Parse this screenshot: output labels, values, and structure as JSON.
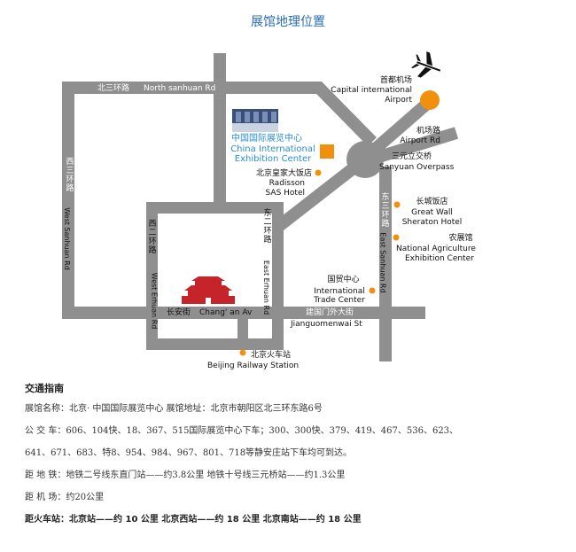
{
  "title": "展馆地理位置",
  "roads": {
    "north_sanhuan_cn": "北三环路",
    "north_sanhuan_en": "North sanhuan Rd",
    "west_sanhuan_cn": "西三环路",
    "west_sanhuan_en": "West Sanhuan Rd",
    "west_erhuan_cn": "西二环路",
    "west_erhuan_en": "West Erhuan Rd",
    "east_erhuan_cn": "东二环路",
    "east_erhuan_en": "East Erhuan Rd",
    "east_sanhuan_cn": "东三环路",
    "east_sanhuan_en": "East Sanhuan Rd",
    "changan_cn": "长安街",
    "changan_en": "Chang' an Av",
    "jianguomen_cn": "建国门外大街",
    "jianguomen_en": "Jianguomenwai St"
  },
  "places": {
    "airport_cn": "首都机场",
    "airport_en_1": "Capital international",
    "airport_en_2": "Airport",
    "airport_rd_cn": "机场路",
    "airport_rd_en": "Airport Rd",
    "sanyuan_cn": "三元立交桥",
    "sanyuan_en": "Sanyuan Overpass",
    "ciec_cn": "中国国际展览中心",
    "ciec_en_1": "China International",
    "ciec_en_2": "Exhibition Center",
    "radisson_cn": "北京皇家大饭店",
    "radisson_en_1": "Radisson",
    "radisson_en_2": "SAS Hotel",
    "greatwall_cn": "长城饭店",
    "greatwall_en_1": "Great Wall",
    "greatwall_en_2": "Sheraton Hotel",
    "agri_cn": "农展馆",
    "agri_en_1": "National Agriculture",
    "agri_en_2": "Exhibition Center",
    "trade_cn": "国贸中心",
    "trade_en_1": "International",
    "trade_en_2": "Trade Center",
    "station_cn": "北京火车站",
    "station_en": "Beijing Railway Station"
  },
  "guide": {
    "title": "交通指南",
    "line1": "展馆名称：北京·  中国国际展览中心  展馆地址：北京市朝阳区北三环东路6号",
    "line2": "公  交  车：606、104快、18、367、515国际展览中心下车；300、300快、379、419、467、536、623、",
    "line3": "641、671、683、特8、954、984、967、801、718等静安庄站下车均可到达。",
    "line4": "距  地  铁：地铁二号线东直门站——约3.8公里 地铁十号线三元桥站——约1.3公里",
    "line5": "距  机  场：约20公里",
    "line6": "距火车站：北京站——约 10 公里  北京西站——约 18 公里  北京南站——约 18 公里"
  },
  "colors": {
    "road": "#8f8f8f",
    "marker": "#f0900c",
    "title": "#2a6db5",
    "ciec_label": "#2a8fd0",
    "tiananmen": "#c4242a"
  },
  "icons": [
    "airplane-icon",
    "tiananmen-icon",
    "exhibition-building-icon"
  ]
}
